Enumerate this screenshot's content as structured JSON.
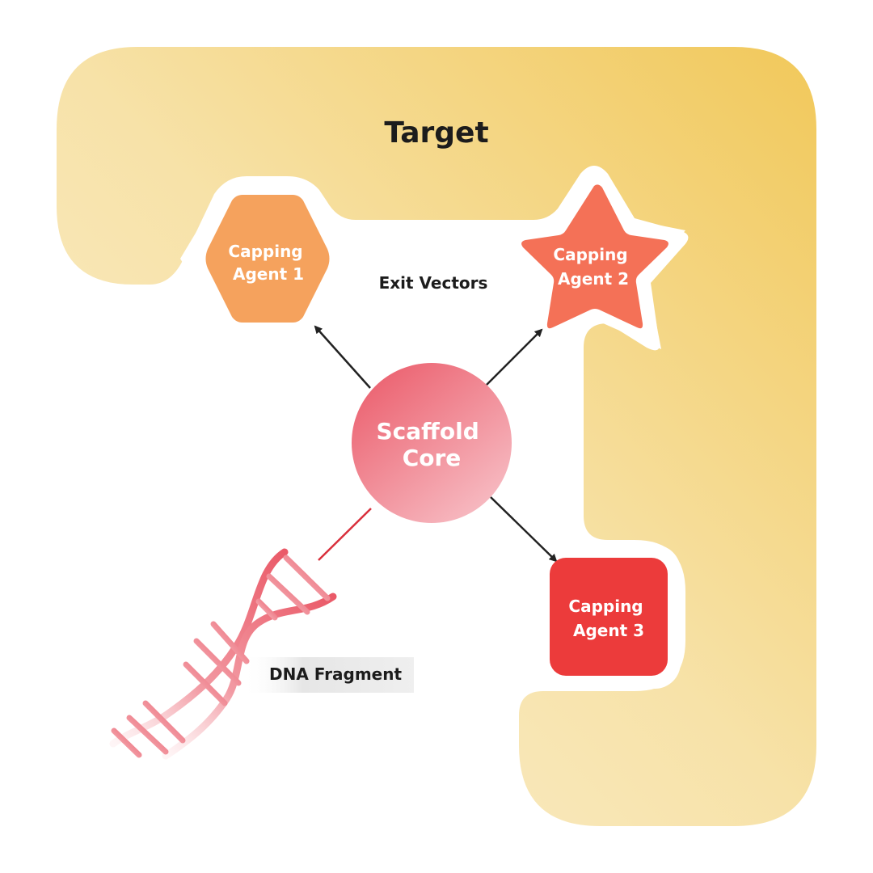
{
  "colors": {
    "target_light": "#f8e6bd",
    "target_dark": "#f2c95e",
    "agent1": "#f5a25d",
    "agent2": "#f47157",
    "agent3": "#ec3b3b",
    "core_start": "#ee6a78",
    "core_end": "#f6b6bf",
    "dna": "#ee6e78",
    "arrow": "#222222"
  },
  "target": {
    "title": "Target"
  },
  "exit_vectors": {
    "label": "Exit Vectors"
  },
  "core": {
    "line1": "Scaffold",
    "line2": "Core"
  },
  "agents": [
    {
      "line1": "Capping",
      "line2": "Agent 1",
      "shape": "hexagon"
    },
    {
      "line1": "Capping",
      "line2": "Agent 2",
      "shape": "star"
    },
    {
      "line1": "Capping",
      "line2": "Agent 3",
      "shape": "rounded-square"
    }
  ],
  "dna": {
    "label": "DNA Fragment",
    "icon": "dna-helix-icon"
  }
}
